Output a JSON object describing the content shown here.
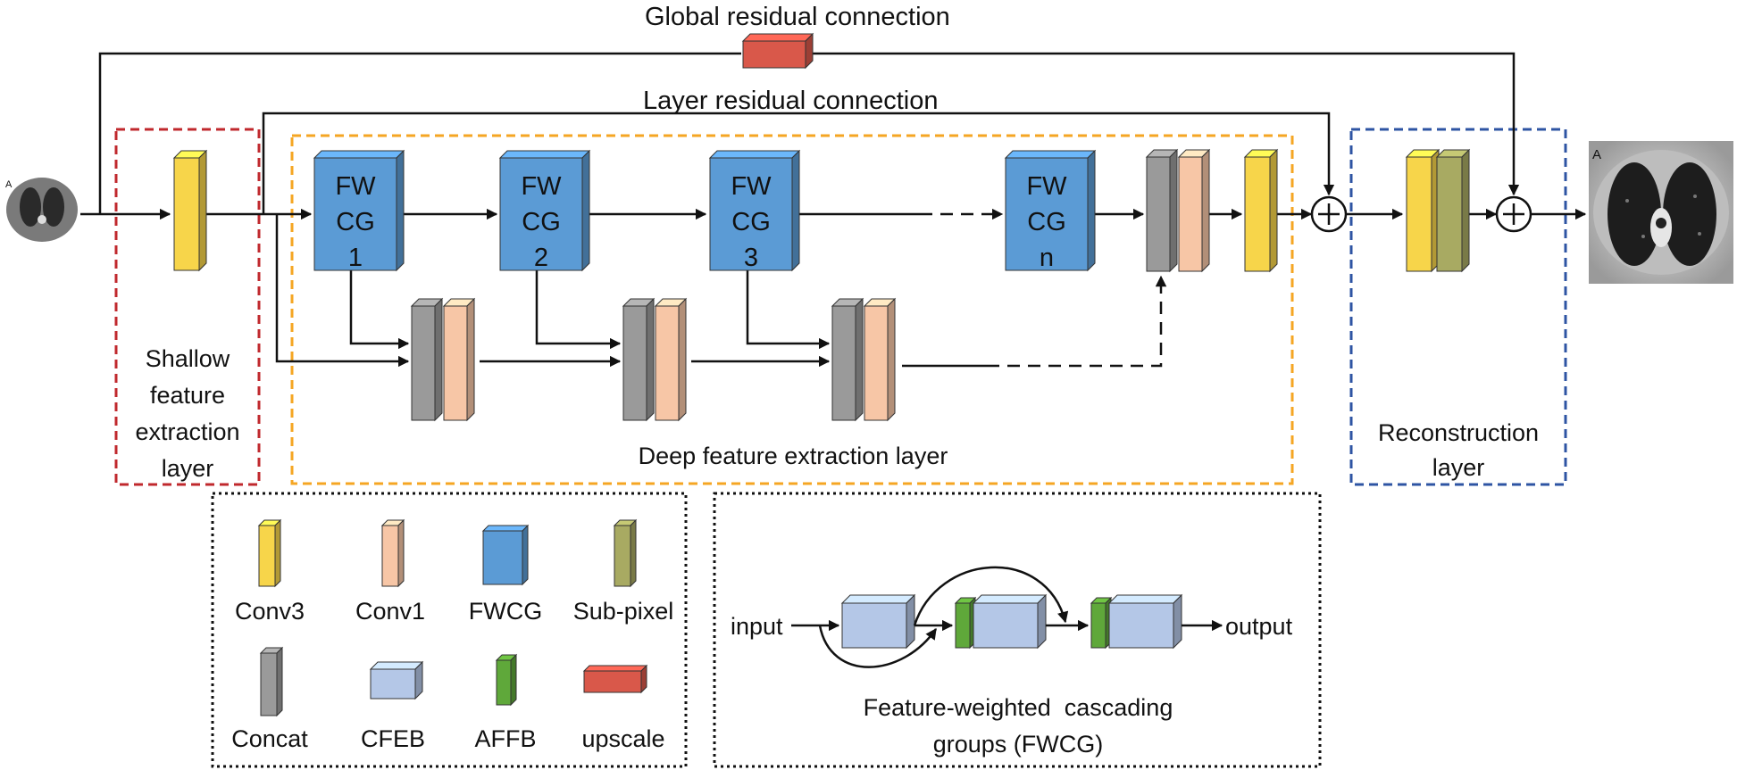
{
  "colors": {
    "conv3": "#F7D54A",
    "conv1": "#F7C6A6",
    "fwcg": "#5B9BD5",
    "subpixel": "#A8AA62",
    "concat": "#9A9A9A",
    "cfeb": "#B4C7E7",
    "affb": "#5FA83A",
    "upscale": "#D9584A",
    "shallow_box": "#C0282D",
    "deep_box": "#F5A623",
    "recon_box": "#2E54A3"
  },
  "labels": {
    "global_residual": "Global residual connection",
    "layer_residual": "Layer residual connection",
    "shallow": [
      "Shallow",
      "feature",
      "extraction",
      "layer"
    ],
    "deep": "Deep feature extraction layer",
    "reconstruction": [
      "Reconstruction",
      "layer"
    ]
  },
  "fwcg_blocks": [
    {
      "line1": "FW",
      "line2": "CG",
      "line3": "1"
    },
    {
      "line1": "FW",
      "line2": "CG",
      "line3": "2"
    },
    {
      "line1": "FW",
      "line2": "CG",
      "line3": "3"
    },
    {
      "line1": "FW",
      "line2": "CG",
      "line3": "n"
    }
  ],
  "legend": {
    "conv3": "Conv3",
    "conv1": "Conv1",
    "fwcg": "FWCG",
    "subpixel": "Sub-pixel",
    "concat": "Concat",
    "cfeb": "CFEB",
    "affb": "AFFB",
    "upscale": "upscale"
  },
  "fwcg_detail": {
    "input": "input",
    "output": "output",
    "caption_line1": "Feature-weighted  cascading",
    "caption_line2": "groups (FWCG)"
  },
  "icons": {
    "input_image": "lung-ct-small-icon",
    "output_image": "lung-ct-large-icon",
    "sum": "plus-circle-icon"
  }
}
